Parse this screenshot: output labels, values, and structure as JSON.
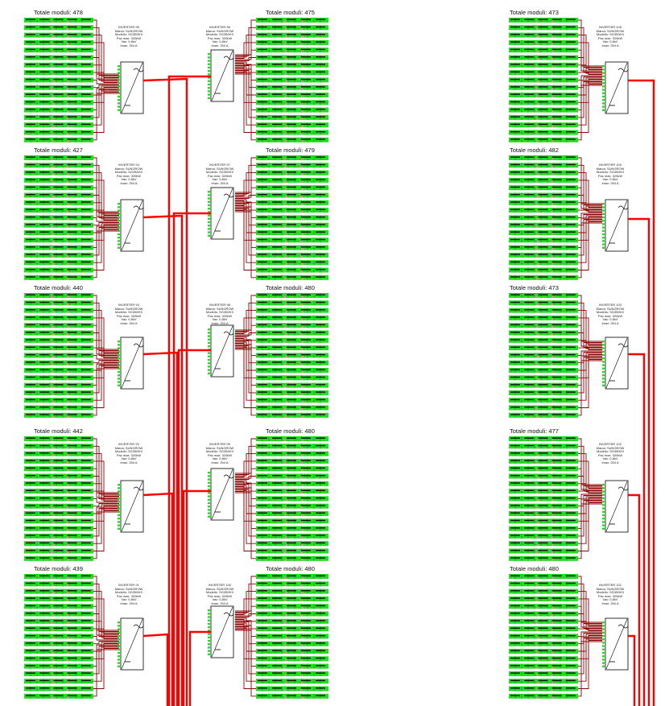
{
  "diagram": {
    "colors": {
      "feeder": "#ff0000",
      "string_wire": "#8b0000",
      "module_green": "#22dd22",
      "module_label_bg": "#111111",
      "module_pink": "#e08a9a",
      "inverter_border": "#000000"
    },
    "label_prefix": "Totale moduli: ",
    "inverter_common": {
      "marca": "Marca: SUNGROW",
      "modello": "Modello: SG350HX",
      "pac": "Pac max: 320kW",
      "vac": "Vac: 0,8kV",
      "imax": "Imax: 254 A"
    },
    "groups": [
      {
        "id": "inv95",
        "inverter": "INVERTER 95",
        "total_label": "Totale moduli: 478"
      },
      {
        "id": "inv96",
        "inverter": "INVERTER 96",
        "total_label": "Totale moduli: 475"
      },
      {
        "id": "inv105",
        "inverter": "INVERTER 105",
        "total_label": "Totale moduli: 473"
      },
      {
        "id": "inv94",
        "inverter": "INVERTER 94",
        "total_label": "Totale moduli: 427"
      },
      {
        "id": "inv97",
        "inverter": "INVERTER 97",
        "total_label": "Totale moduli: 479"
      },
      {
        "id": "inv104",
        "inverter": "INVERTER 104",
        "total_label": "Totale moduli: 482"
      },
      {
        "id": "inv93",
        "inverter": "INVERTER 93",
        "total_label": "Totale moduli: 440"
      },
      {
        "id": "inv98",
        "inverter": "INVERTER 98",
        "total_label": "Totale moduli: 480"
      },
      {
        "id": "inv103",
        "inverter": "INVERTER 103",
        "total_label": "Totale moduli: 473"
      },
      {
        "id": "inv92",
        "inverter": "INVERTER 92",
        "total_label": "Totale moduli: 442"
      },
      {
        "id": "inv99",
        "inverter": "INVERTER 99",
        "total_label": "Totale moduli: 480"
      },
      {
        "id": "inv102",
        "inverter": "INVERTER 102",
        "total_label": "Totale moduli: 477"
      },
      {
        "id": "inv91",
        "inverter": "INVERTER 91",
        "total_label": "Totale moduli: 439"
      },
      {
        "id": "inv100",
        "inverter": "INVERTER 100",
        "total_label": "Totale moduli: 480"
      },
      {
        "id": "inv101",
        "inverter": "INVERTER 101",
        "total_label": "Totale moduli: 480"
      }
    ]
  }
}
